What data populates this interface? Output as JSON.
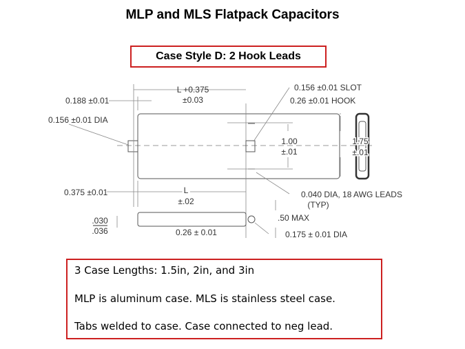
{
  "title": "MLP and MLS Flatpack Capacitors",
  "case_style": "Case Style D: 2 Hook Leads",
  "drawing": {
    "l_plus": "L +0.375",
    "l_plus_tol": "±0.03",
    "tab_width": "0.188 ±0.01",
    "slot": "0.156 ±0.01 SLOT",
    "hook": "0.26 ±0.01 HOOK",
    "hole_dia": "0.156 ±0.01 DIA",
    "lead_spacing": "1.00",
    "lead_spacing_tol": "±.01",
    "width": "1.75",
    "width_tol": "±.01",
    "tab_offset": "0.375 ±0.01",
    "length": "L",
    "length_tol": "±.02",
    "lead": "0.040 DIA, 18 AWG LEADS",
    "lead_typ": "(TYP)",
    "thick_top": ".030",
    "thick_bottom": ".036",
    "height_max": ".50 MAX",
    "hook_len": "0.26 ± 0.01",
    "hook_dia": "0.175 ± 0.01 DIA"
  },
  "info": [
    "3 Case Lengths: 1.5in, 2in, and 3in",
    "MLP is aluminum case. MLS is stainless steel case.",
    "Tabs welded to case. Case connected to neg lead."
  ],
  "colors": {
    "accent": "#cc1f1f"
  }
}
